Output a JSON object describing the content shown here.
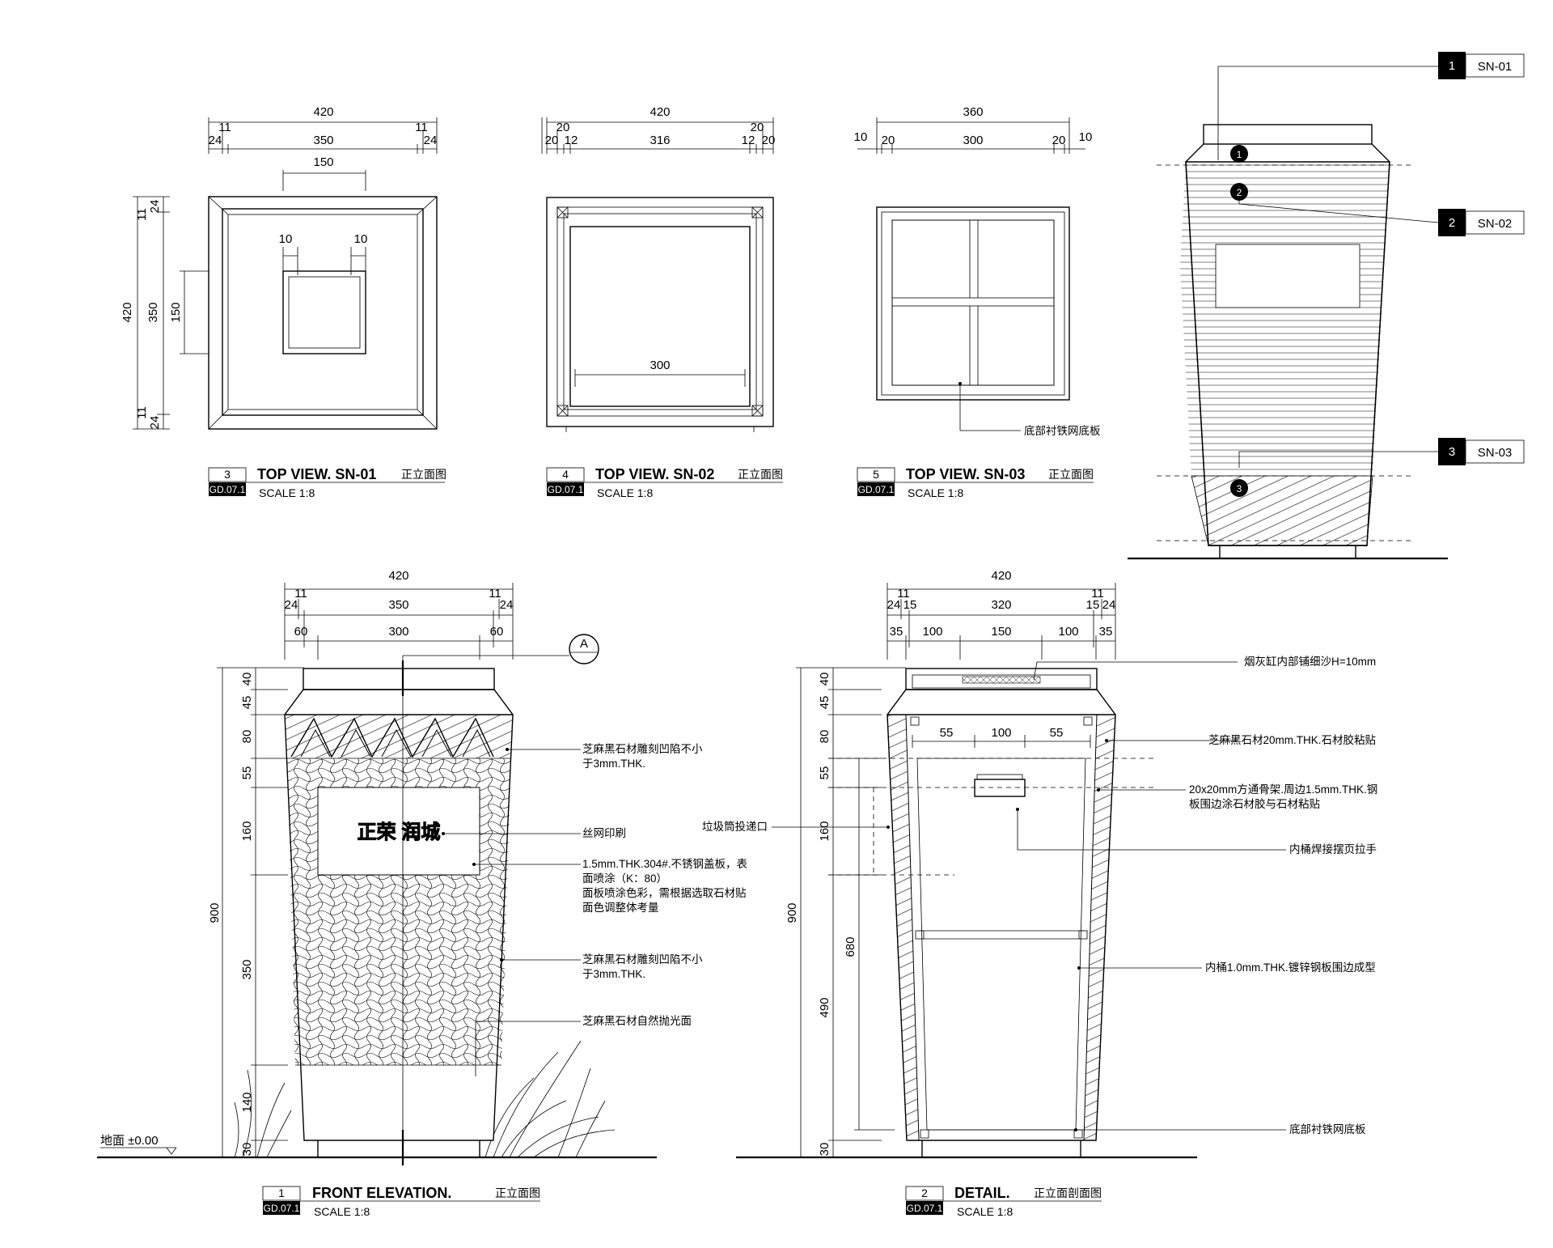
{
  "views": {
    "v3": {
      "num": "3",
      "sheet": "GD.07.1",
      "title": "TOP VIEW. SN-01",
      "cn": "正立面图",
      "scale": "SCALE 1:8",
      "dims": [
        "420",
        "11",
        "11",
        "24",
        "24",
        "350",
        "150",
        "10",
        "10",
        "420",
        "350",
        "150",
        "11",
        "24",
        "11",
        "24"
      ]
    },
    "v4": {
      "num": "4",
      "sheet": "GD.07.1",
      "title": "TOP VIEW. SN-02",
      "cn": "正立面图",
      "scale": "SCALE 1:8",
      "dims": [
        "420",
        "20",
        "20",
        "20",
        "12",
        "316",
        "12",
        "20",
        "300"
      ]
    },
    "v5": {
      "num": "5",
      "sheet": "GD.07.1",
      "title": "TOP VIEW. SN-03",
      "cn": "正立面图",
      "scale": "SCALE 1:8",
      "dims": [
        "360",
        "10",
        "20",
        "300",
        "20",
        "10"
      ],
      "note": "底部衬铁网底板"
    },
    "v1": {
      "num": "1",
      "sheet": "GD.07.1",
      "title": "FRONT ELEVATION.",
      "cn": "正立面图",
      "scale": "SCALE 1:8",
      "top_dims": [
        "420",
        "11",
        "11",
        "24",
        "350",
        "24",
        "60",
        "300",
        "60"
      ],
      "side_dims": [
        "40",
        "45",
        "80",
        "55",
        "160",
        "350",
        "140",
        "30",
        "900"
      ],
      "section_mark": "A",
      "ground": "地面 ±0.00",
      "sign_text": "正荣 润城",
      "notes": [
        "芝麻黑石材雕刻凹陷不小",
        "于3mm.THK.",
        "丝网印刷",
        "1.5mm.THK.304#.不锈钢盖板，表",
        "面喷涂（K：80）",
        "面板喷涂色彩，需根据选取石材贴",
        "面色调整体考量",
        "芝麻黑石材雕刻凹陷不小",
        "于3mm.THK.",
        "芝麻黑石材自然抛光面"
      ]
    },
    "v2": {
      "num": "2",
      "sheet": "GD.07.1",
      "title": "DETAIL.",
      "cn": "正立面剖面图",
      "scale": "SCALE 1:8",
      "top_dims": [
        "420",
        "11",
        "11",
        "24",
        "15",
        "320",
        "15",
        "24",
        "35",
        "100",
        "150",
        "100",
        "35",
        "55",
        "100",
        "55"
      ],
      "side_dims": [
        "40",
        "45",
        "80",
        "55",
        "160",
        "680",
        "490",
        "30",
        "900"
      ],
      "notes": [
        "烟灰缸内部铺细沙H=10mm",
        "芝麻黑石材20mm.THK.石材胶粘贴",
        "20x20mm方通骨架.周边1.5mm.THK.钢",
        "板围边涂石材胶与石材粘贴",
        "内桶焊接摆页拉手",
        "内桶1.0mm.THK.镀锌钢板围边成型",
        "底部衬铁网底板",
        "垃圾筒投递口"
      ]
    },
    "key": {
      "tags": [
        {
          "n": "1",
          "label": "SN-01"
        },
        {
          "n": "2",
          "label": "SN-02"
        },
        {
          "n": "3",
          "label": "SN-03"
        }
      ],
      "bubbles": [
        "1",
        "2",
        "3"
      ]
    }
  }
}
